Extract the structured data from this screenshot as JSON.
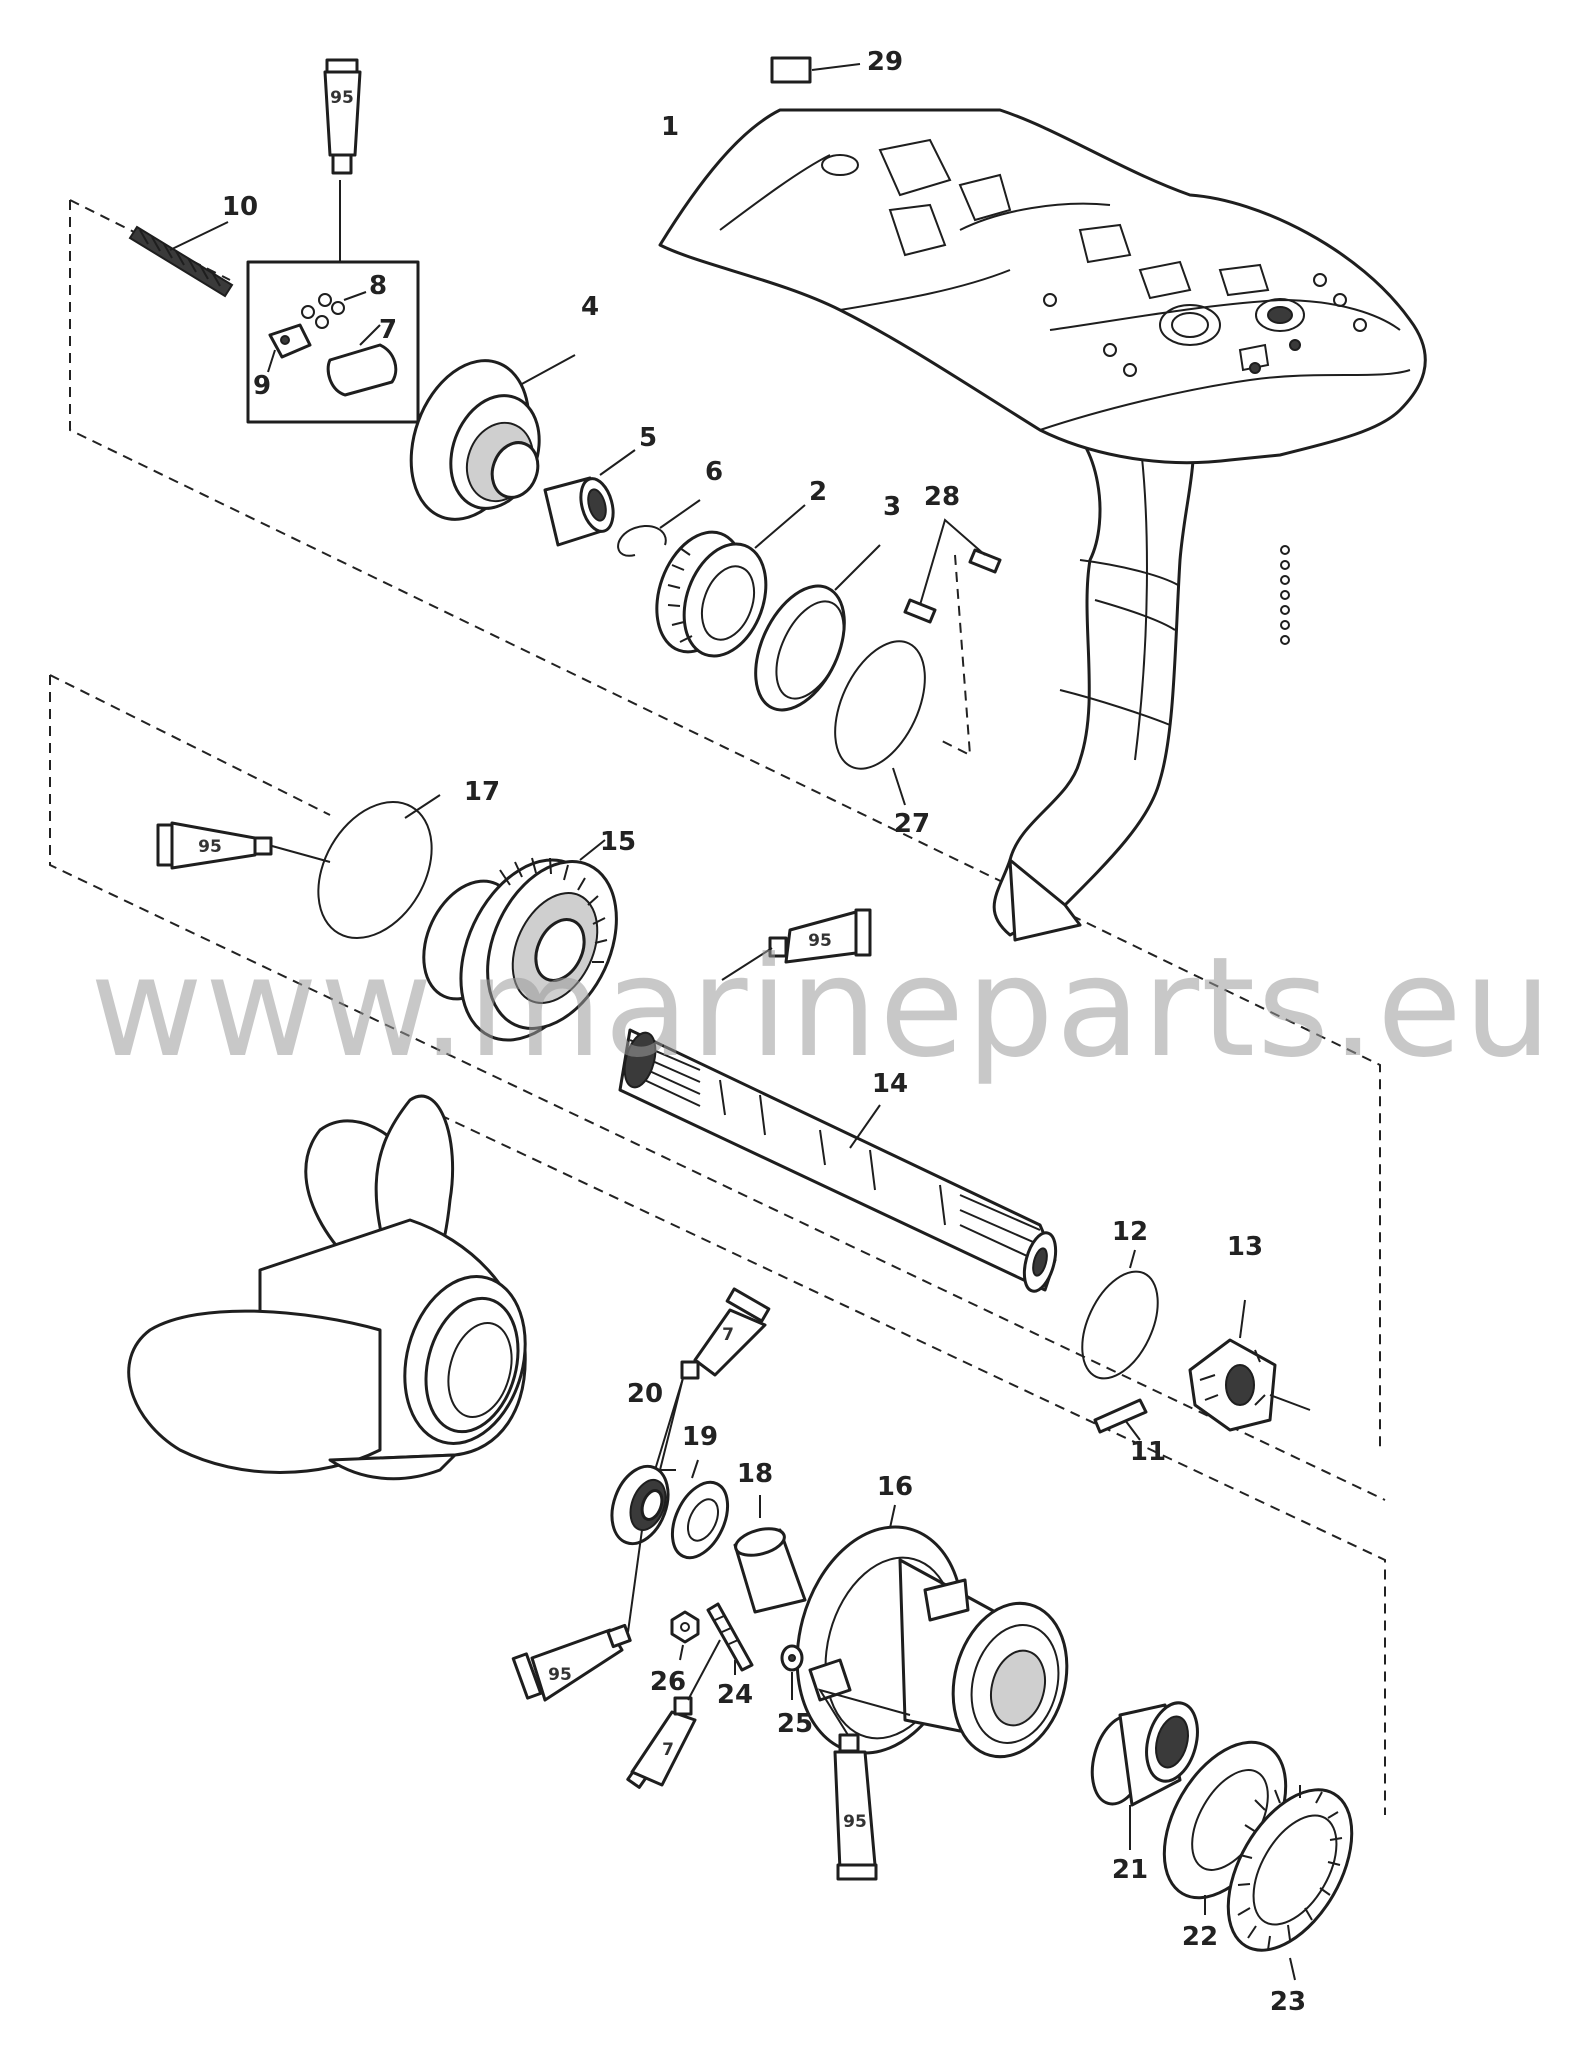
{
  "watermark": "www.marineparts.eu",
  "callouts": [
    {
      "id": "1",
      "label": "1"
    },
    {
      "id": "2",
      "label": "2"
    },
    {
      "id": "3",
      "label": "3"
    },
    {
      "id": "4",
      "label": "4"
    },
    {
      "id": "5",
      "label": "5"
    },
    {
      "id": "6",
      "label": "6"
    },
    {
      "id": "7",
      "label": "7"
    },
    {
      "id": "8",
      "label": "8"
    },
    {
      "id": "9",
      "label": "9"
    },
    {
      "id": "10",
      "label": "10"
    },
    {
      "id": "11",
      "label": "11"
    },
    {
      "id": "12",
      "label": "12"
    },
    {
      "id": "13",
      "label": "13"
    },
    {
      "id": "14",
      "label": "14"
    },
    {
      "id": "15",
      "label": "15"
    },
    {
      "id": "16",
      "label": "16"
    },
    {
      "id": "17",
      "label": "17"
    },
    {
      "id": "18",
      "label": "18"
    },
    {
      "id": "19",
      "label": "19"
    },
    {
      "id": "20",
      "label": "20"
    },
    {
      "id": "21",
      "label": "21"
    },
    {
      "id": "22",
      "label": "22"
    },
    {
      "id": "23",
      "label": "23"
    },
    {
      "id": "24",
      "label": "24"
    },
    {
      "id": "25",
      "label": "25"
    },
    {
      "id": "26",
      "label": "26"
    },
    {
      "id": "27",
      "label": "27"
    },
    {
      "id": "28",
      "label": "28"
    },
    {
      "id": "29",
      "label": "29"
    }
  ],
  "tubes": [
    {
      "id": "t1",
      "label": "95"
    },
    {
      "id": "t2",
      "label": "95"
    },
    {
      "id": "t3",
      "label": "95"
    },
    {
      "id": "t4",
      "label": "7"
    },
    {
      "id": "t5",
      "label": "95"
    },
    {
      "id": "t6",
      "label": "7"
    },
    {
      "id": "t7",
      "label": "95"
    }
  ]
}
